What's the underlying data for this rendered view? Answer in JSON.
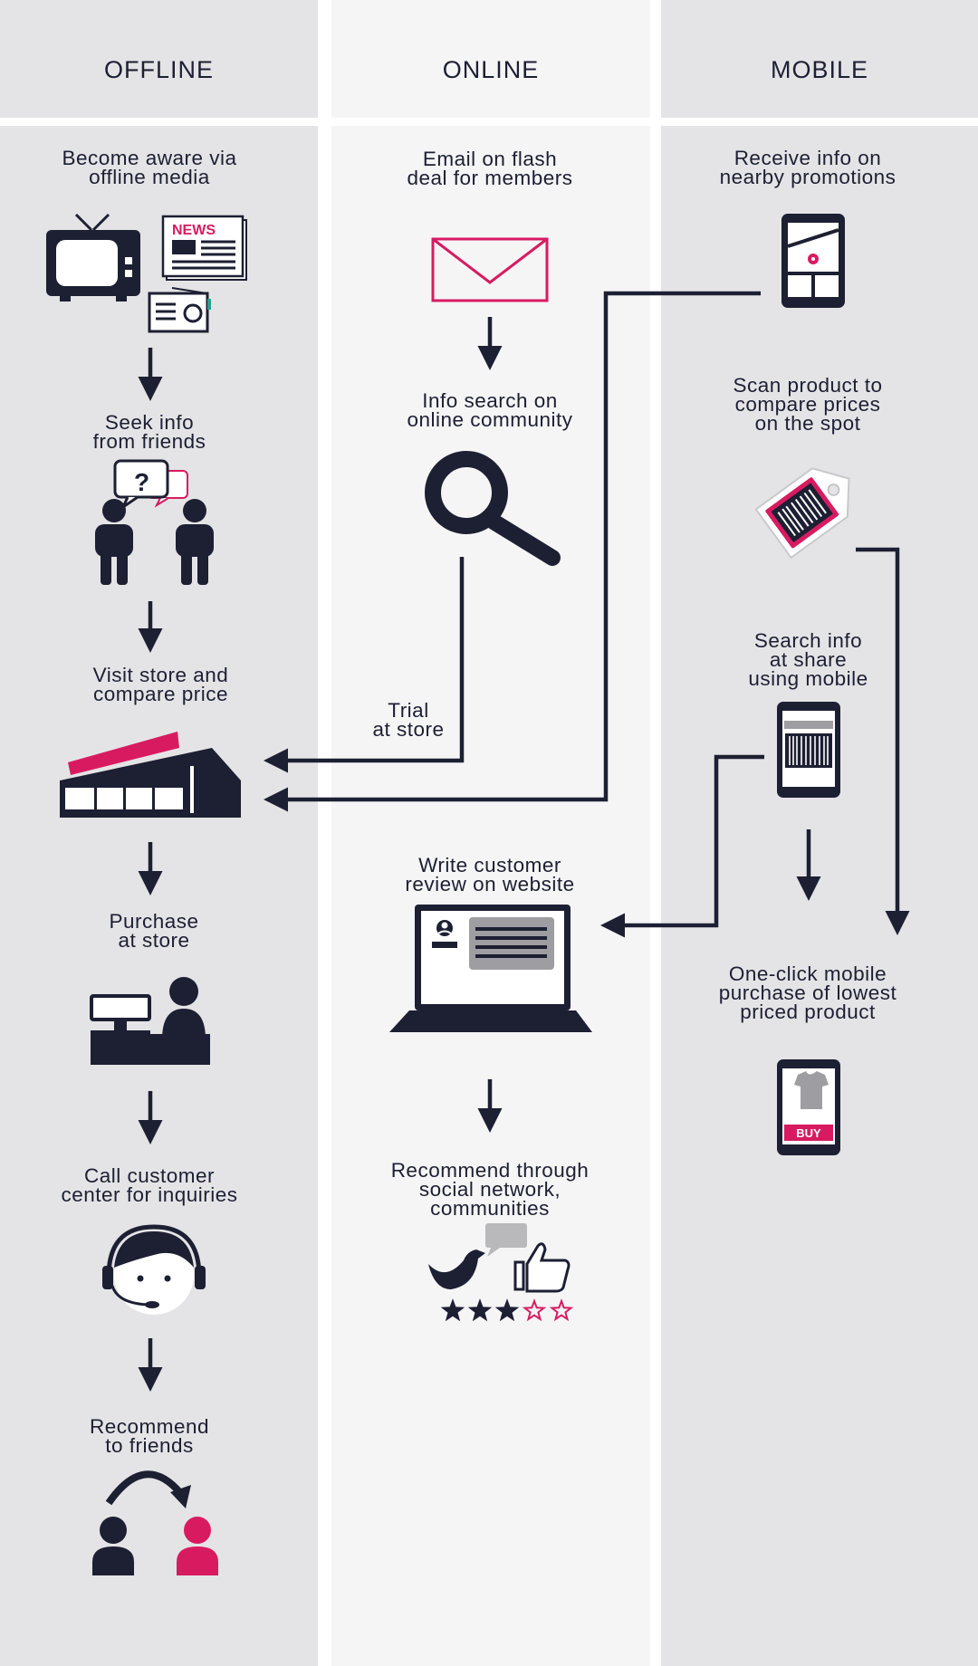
{
  "columns": [
    {
      "title": "OFFLINE"
    },
    {
      "title": "ONLINE"
    },
    {
      "title": "MOBILE"
    }
  ],
  "offline": {
    "steps": [
      {
        "label": "Become aware via\noffline media",
        "icon": "tv-news-radio-icon"
      },
      {
        "label": "Seek info\nfrom friends",
        "icon": "friends-chat-icon"
      },
      {
        "label": "Visit store and\ncompare price",
        "icon": "store-icon"
      },
      {
        "label": "Purchase\nat store",
        "icon": "cashier-icon"
      },
      {
        "label": "Call customer\ncenter for inquiries",
        "icon": "headset-agent-icon"
      },
      {
        "label": "Recommend\nto friends",
        "icon": "recommend-friend-icon"
      }
    ],
    "news_text": "NEWS"
  },
  "online": {
    "steps": [
      {
        "label": "Email on flash\ndeal for members",
        "icon": "envelope-icon"
      },
      {
        "label": "Info search on\nonline community",
        "icon": "magnifier-icon"
      },
      {
        "label": "Write customer\nreview on website",
        "icon": "laptop-review-icon"
      },
      {
        "label": "Recommend through\nsocial network,\ncommunities",
        "icon": "social-icons"
      }
    ],
    "trial_label": "Trial\nat store",
    "rating_filled": 3,
    "rating_total": 5
  },
  "mobile": {
    "steps": [
      {
        "label": "Receive info on\nnearby promotions",
        "icon": "phone-map-icon"
      },
      {
        "label": "Scan product to\ncompare prices\non the spot",
        "icon": "price-tag-scan-icon"
      },
      {
        "label": "Search info\nat share\nusing mobile",
        "icon": "phone-barcode-icon"
      },
      {
        "label": "One-click mobile\npurchase of lowest\npriced product",
        "icon": "phone-buy-icon"
      }
    ],
    "buy_text": "BUY"
  },
  "colors": {
    "dark": "#1d1f33",
    "accent": "#d81b60",
    "gray": "#b9b9bb",
    "col_bg": "#e4e4e6",
    "mid_bg": "#f5f5f6"
  }
}
